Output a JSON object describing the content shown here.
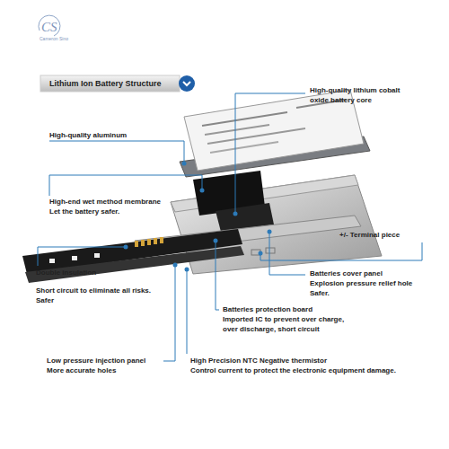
{
  "diagram": {
    "title": "Lithium Ion Battery Structure",
    "labels": [
      "CS",
      "Cameron Sino",
      "High-quality lithium cobalt",
      "oxide battery core",
      "High-quality aluminum",
      "High-end wet method membrane",
      "Let the battery safer.",
      "+/- Terminal piece",
      "Double insulation",
      "Short circuit to eliminate all risks.",
      "Safer",
      "Batteries cover panel",
      "Explosion pressure relief hole",
      "Safer.",
      "Batteries protection board",
      "Imported IC to prevent over charge,",
      "over discharge, short circuit",
      "Low pressure injection panel",
      "More accurate holes",
      "High Precision NTC Negative thermistor",
      "Control current to protect the electronic equipment damage."
    ]
  }
}
